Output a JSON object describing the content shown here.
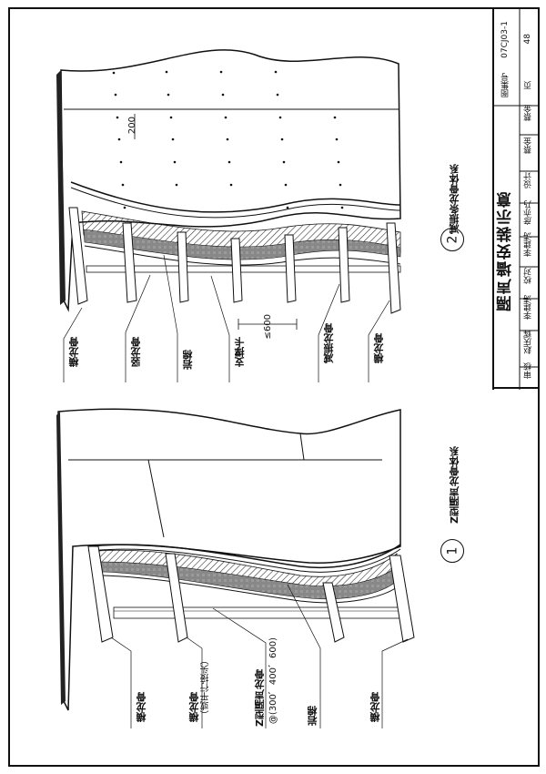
{
  "title_block": {
    "title": "隔声墙安装示意",
    "atlas_label": "图集号",
    "atlas_no": "07CJ03-1",
    "page_label": "页",
    "page_no": "48",
    "review_label": "审核",
    "review_name": "赵庆辉",
    "check_label": "校对",
    "check_name": "李建涛",
    "design_label": "设计",
    "design_name": "蔡金",
    "signatures": [
      "赵庆辉",
      "李建涛",
      "彦亦乃",
      "蔡金"
    ]
  },
  "detail_1": {
    "number": "1",
    "caption": "Z型隔声龙骨体系",
    "labels": [
      "横龙骨",
      "横龙骨",
      "（或平行接头）",
      "Z型隔声龙骨",
      "@(300、400、600)",
      "岩棉",
      "横龙骨"
    ]
  },
  "detail_2": {
    "number": "2",
    "caption": "减振条龙骨体系",
    "labels": [
      "横龙骨",
      "竖龙骨",
      "岩棉",
      "支撑卡",
      "减振龙骨",
      "横龙骨"
    ],
    "dim_spacing": "≤600",
    "dim_screw": "200"
  }
}
